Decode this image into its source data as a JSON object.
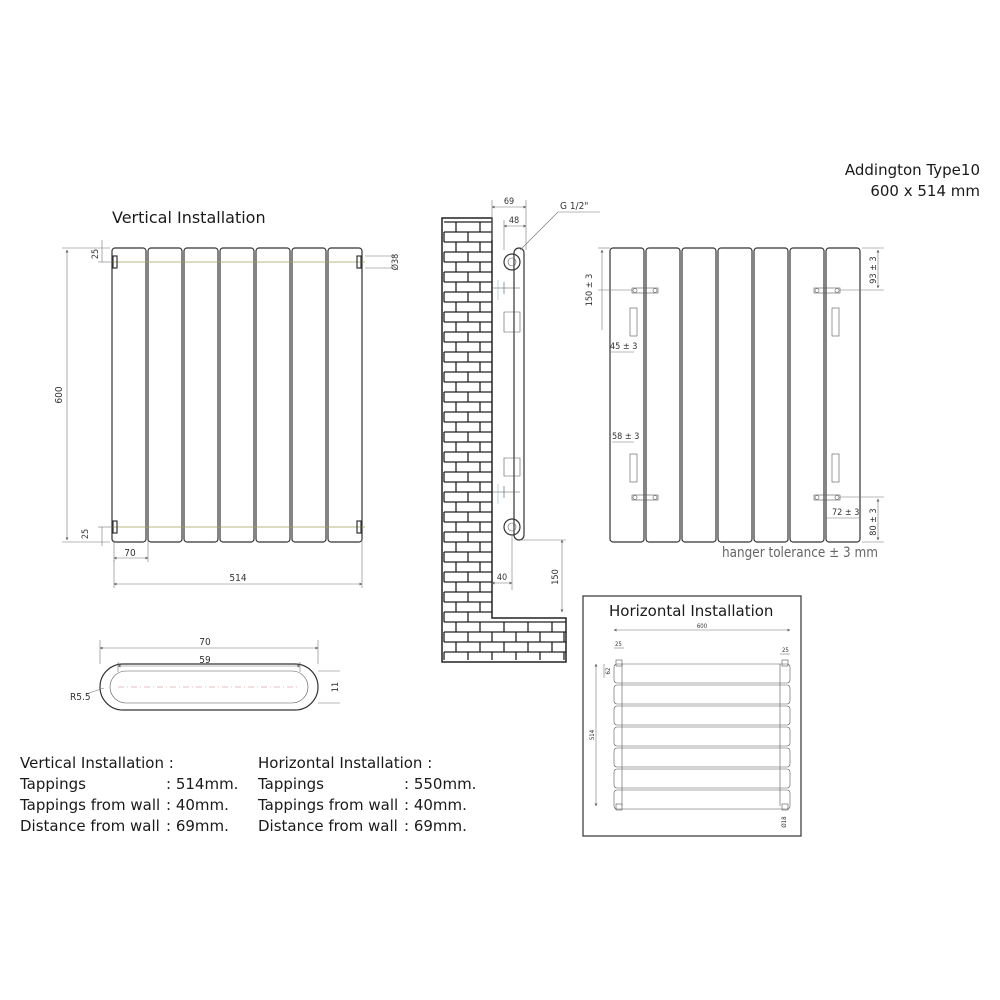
{
  "product": {
    "name": "Addington Type10",
    "size": "600 x 514 mm"
  },
  "vertical_view": {
    "title": "Vertical Installation",
    "dims": {
      "height": "600",
      "top_offset": "25",
      "bottom_offset": "25",
      "pipe": "Ø38",
      "tap_offset": "70",
      "width": "514"
    }
  },
  "side_view": {
    "dims": {
      "depth": "69",
      "inner": "48",
      "thread": "G 1/2\"",
      "wall": "40",
      "floor": "150"
    }
  },
  "section_view": {
    "dims": {
      "outer": "70",
      "inner": "59",
      "radius": "R5.5",
      "thickness": "11"
    }
  },
  "back_view": {
    "dims": {
      "top_bracket": "150 ± 3",
      "mid_a": "45 ± 3",
      "mid_b": "58 ± 3",
      "right_top": "93 ± 3",
      "right_bottom": "80 ± 3",
      "bottom": "72 ± 3"
    },
    "note": "hanger tolerance ± 3 mm"
  },
  "horizontal_view": {
    "title": "Horizontal Installation",
    "dims": {
      "width": "600",
      "left": "25",
      "right": "25",
      "top": "62",
      "height": "514",
      "pipe": "Ø18"
    }
  },
  "specs": [
    {
      "title": "Vertical Installation :",
      "rows": [
        {
          "label": "Tappings",
          "value": ": 514mm."
        },
        {
          "label": "Tappings from wall",
          "value": ":  40mm."
        },
        {
          "label": "Distance from wall",
          "value": ":  69mm."
        }
      ]
    },
    {
      "title": "Horizontal Installation :",
      "rows": [
        {
          "label": "Tappings",
          "value": ": 550mm."
        },
        {
          "label": "Tappings from wall",
          "value": ":  40mm."
        },
        {
          "label": "Distance from wall",
          "value": ":  69mm."
        }
      ]
    }
  ]
}
